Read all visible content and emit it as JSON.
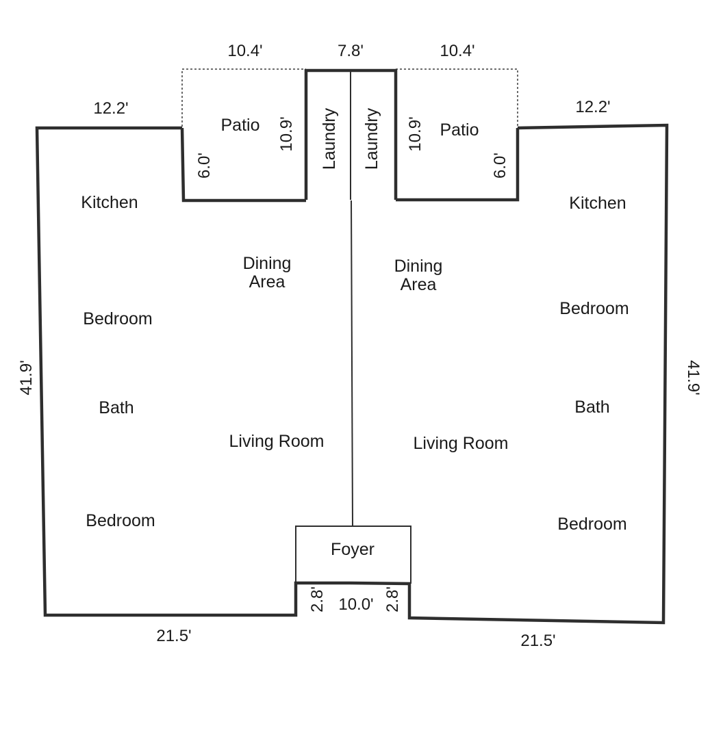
{
  "dimensions": {
    "patio_left_width": "10.4'",
    "laundry_width": "7.8'",
    "patio_right_width": "10.4'",
    "top_left_width": "12.2'",
    "top_right_width": "12.2'",
    "patio_left_depth": "10.9'",
    "patio_right_depth": "10.9'",
    "patio_left_inset": "6.0'",
    "patio_right_inset": "6.0'",
    "left_height": "41.9'",
    "right_height": "41.9'",
    "bottom_left_width": "21.5'",
    "bottom_right_width": "21.5'",
    "foyer_width": "10.0'",
    "foyer_left_depth": "2.8'",
    "foyer_right_depth": "2.8'"
  },
  "rooms": {
    "patio_left": "Patio",
    "patio_right": "Patio",
    "laundry_left": "Laundry",
    "laundry_right": "Laundry",
    "kitchen_left": "Kitchen",
    "kitchen_right": "Kitchen",
    "dining_left_line1": "Dining",
    "dining_left_line2": "Area",
    "dining_right_line1": "Dining",
    "dining_right_line2": "Area",
    "bedroom_left_upper": "Bedroom",
    "bedroom_right_upper": "Bedroom",
    "bath_left": "Bath",
    "bath_right": "Bath",
    "living_left": "Living Room",
    "living_right": "Living Room",
    "bedroom_left_lower": "Bedroom",
    "bedroom_right_lower": "Bedroom",
    "foyer": "Foyer"
  }
}
